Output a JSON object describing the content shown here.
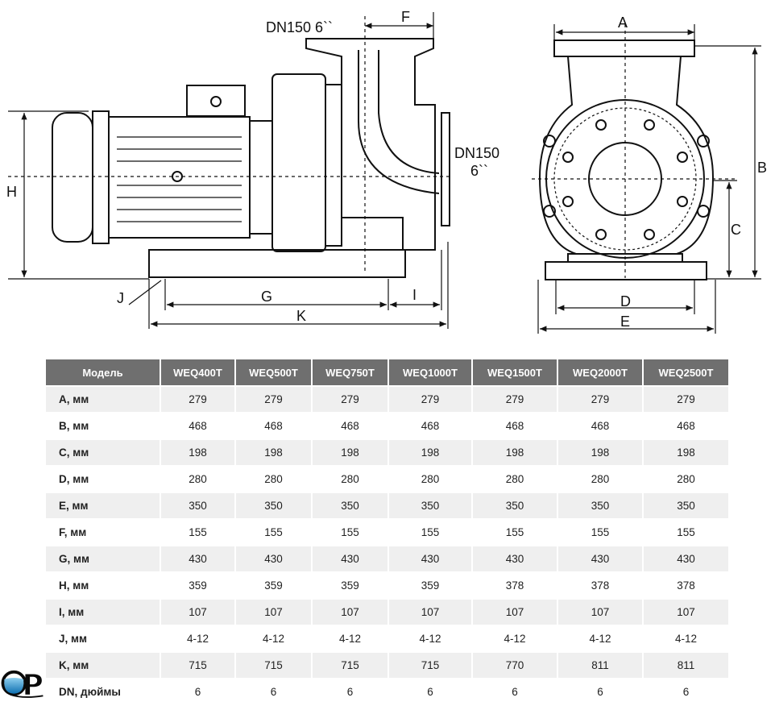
{
  "drawing": {
    "labels": {
      "dn_top": "DN150  6``",
      "f": "F",
      "h": "H",
      "j": "J",
      "g": "G",
      "i": "I",
      "k": "K",
      "dn_side": "DN150",
      "dn_side_inch": "6``",
      "a": "A",
      "b": "B",
      "c": "C",
      "d": "D",
      "e": "E"
    }
  },
  "table": {
    "headers": [
      "Модель",
      "WEQ400T",
      "WEQ500T",
      "WEQ750T",
      "WEQ1000T",
      "WEQ1500T",
      "WEQ2000T",
      "WEQ2500T"
    ],
    "rows": [
      {
        "label": "A, мм",
        "values": [
          "279",
          "279",
          "279",
          "279",
          "279",
          "279",
          "279"
        ]
      },
      {
        "label": "B, мм",
        "values": [
          "468",
          "468",
          "468",
          "468",
          "468",
          "468",
          "468"
        ]
      },
      {
        "label": "C, мм",
        "values": [
          "198",
          "198",
          "198",
          "198",
          "198",
          "198",
          "198"
        ]
      },
      {
        "label": "D, мм",
        "values": [
          "280",
          "280",
          "280",
          "280",
          "280",
          "280",
          "280"
        ]
      },
      {
        "label": "E, мм",
        "values": [
          "350",
          "350",
          "350",
          "350",
          "350",
          "350",
          "350"
        ]
      },
      {
        "label": "F, мм",
        "values": [
          "155",
          "155",
          "155",
          "155",
          "155",
          "155",
          "155"
        ]
      },
      {
        "label": "G, мм",
        "values": [
          "430",
          "430",
          "430",
          "430",
          "430",
          "430",
          "430"
        ]
      },
      {
        "label": "H, мм",
        "values": [
          "359",
          "359",
          "359",
          "359",
          "378",
          "378",
          "378"
        ]
      },
      {
        "label": "I, мм",
        "values": [
          "107",
          "107",
          "107",
          "107",
          "107",
          "107",
          "107"
        ]
      },
      {
        "label": "J, мм",
        "values": [
          "4-12",
          "4-12",
          "4-12",
          "4-12",
          "4-12",
          "4-12",
          "4-12"
        ]
      },
      {
        "label": "K, мм",
        "values": [
          "715",
          "715",
          "715",
          "715",
          "770",
          "811",
          "811"
        ]
      },
      {
        "label": "DN, дюймы",
        "values": [
          "6",
          "6",
          "6",
          "6",
          "6",
          "6",
          "6"
        ]
      }
    ]
  },
  "logo": {
    "text": "QP"
  }
}
